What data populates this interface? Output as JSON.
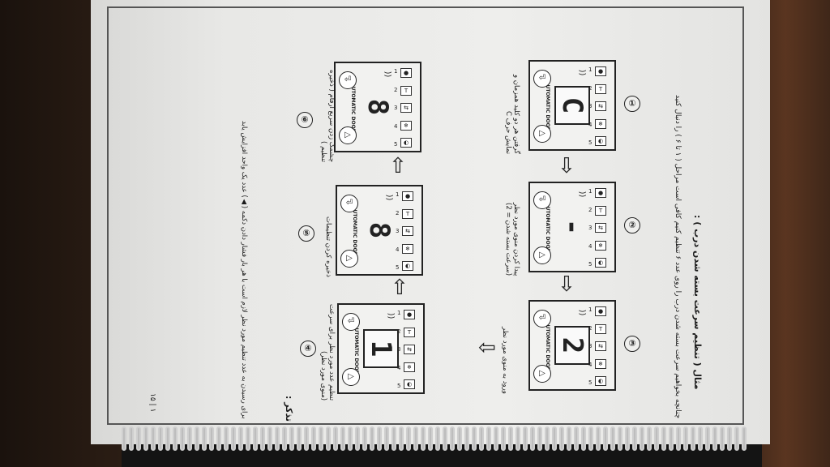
{
  "page": {
    "heading": "مثال ( تنظیم سرعت بسته شدن درب ) :",
    "intro": "چنانچه بخواهیم سرعت بسته شدن درب را روی عدد ۶ تنظیم کنیم کافی است مراحل ( ۱ تا ۶ ) را دنبال کنید",
    "footnote_title": "تذکر :",
    "footnote": "برای رسیدن به عدد تنظیم مورد نظر لازم است با هر بار فشار دادن دکمه (▲) عدد یک واحد افزایش یابد",
    "page_number": "۱ | ۱۵"
  },
  "panel": {
    "brand": "AUTOMATIC DOOR",
    "led_labels": [
      "1",
      "2",
      "3",
      "4",
      "5"
    ],
    "led_icons": [
      "●",
      "T",
      "⇆",
      "❄",
      "◐"
    ],
    "btn_up": "▷",
    "btn_enter": "⏎",
    "wifi": "))"
  },
  "steps": [
    {
      "num": "①",
      "digit": "C",
      "caption": "گرفتن هر دو کلید همزمان و نمایش حرف C"
    },
    {
      "num": "②",
      "digit": "-",
      "caption": "پیدا کردن منوی مورد نظر (سرعت بسته شدن = 2)"
    },
    {
      "num": "③",
      "digit": "2",
      "caption": "ورود به منوی مورد نظر"
    },
    {
      "num": "④",
      "digit": "1",
      "caption": "تنظیم عدد مورد نظر برای سرعت (منوی مورد نظر)"
    },
    {
      "num": "⑤",
      "digit": "8",
      "caption": "ذخیره کردن تنظیمات"
    },
    {
      "num": "⑥",
      "digit": "8",
      "caption": "چشمک زدن سریع ارقام ( ذخیره تنظیم )"
    }
  ],
  "colors": {
    "paper": "#eeeeec",
    "ink": "#1a1a1a",
    "background": "#2a1c14"
  }
}
